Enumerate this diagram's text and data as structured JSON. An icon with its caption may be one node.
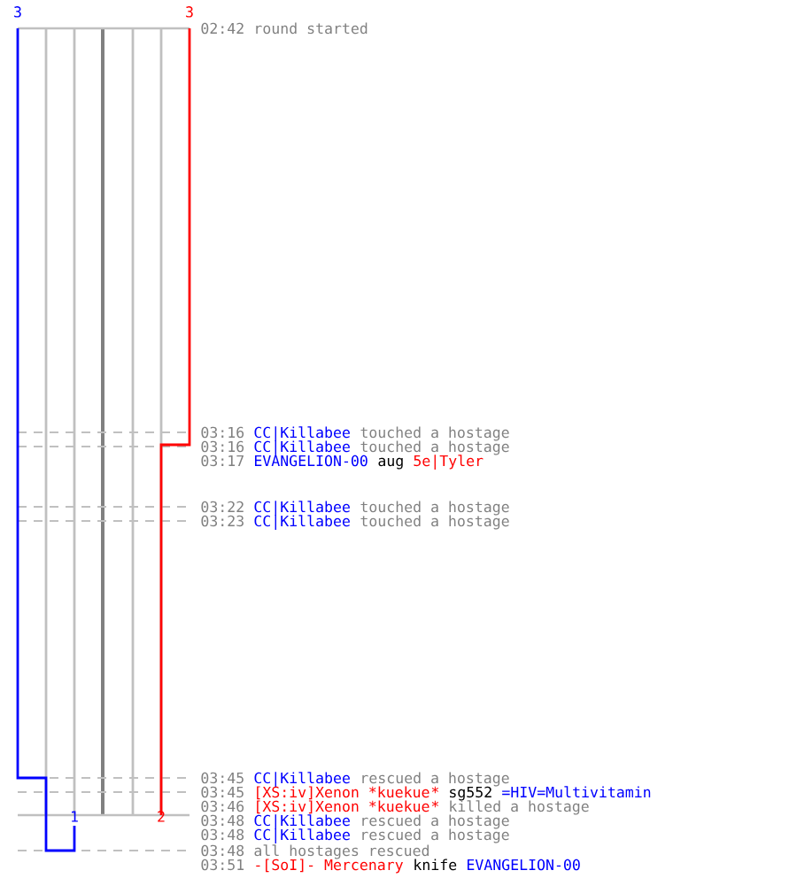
{
  "diagram": {
    "labels": [
      "3",
      "3",
      "02:42",
      "round started",
      "03:16",
      "CC|Killabee",
      "touched a hostage",
      "03:16",
      "CC|Killabee",
      "touched a hostage",
      "03:17",
      "EVANGELION-00",
      "aug",
      "5e|Tyler",
      "03:22",
      "CC|Killabee",
      "touched a hostage",
      "03:23",
      "CC|Killabee",
      "touched a hostage",
      "03:45",
      "CC|Killabee",
      "rescued a hostage",
      "03:45",
      "[XS:iv]Xenon *kuekue",
      "*",
      "sg552",
      "=HIV=Multivitamin",
      "03:46",
      "[XS:iv]Xenon *kuekue",
      "*",
      "killed a hostage",
      "1",
      "2",
      "03:48",
      "CC|Killabee",
      "rescued a hostage",
      "03:48",
      "CC|Killabee",
      "rescued a hostage",
      "03:48",
      "all hostages rescued",
      "03:51",
      "-[SoI]- Mercenary",
      "knife",
      "EVANGELION-00"
    ]
  }
}
